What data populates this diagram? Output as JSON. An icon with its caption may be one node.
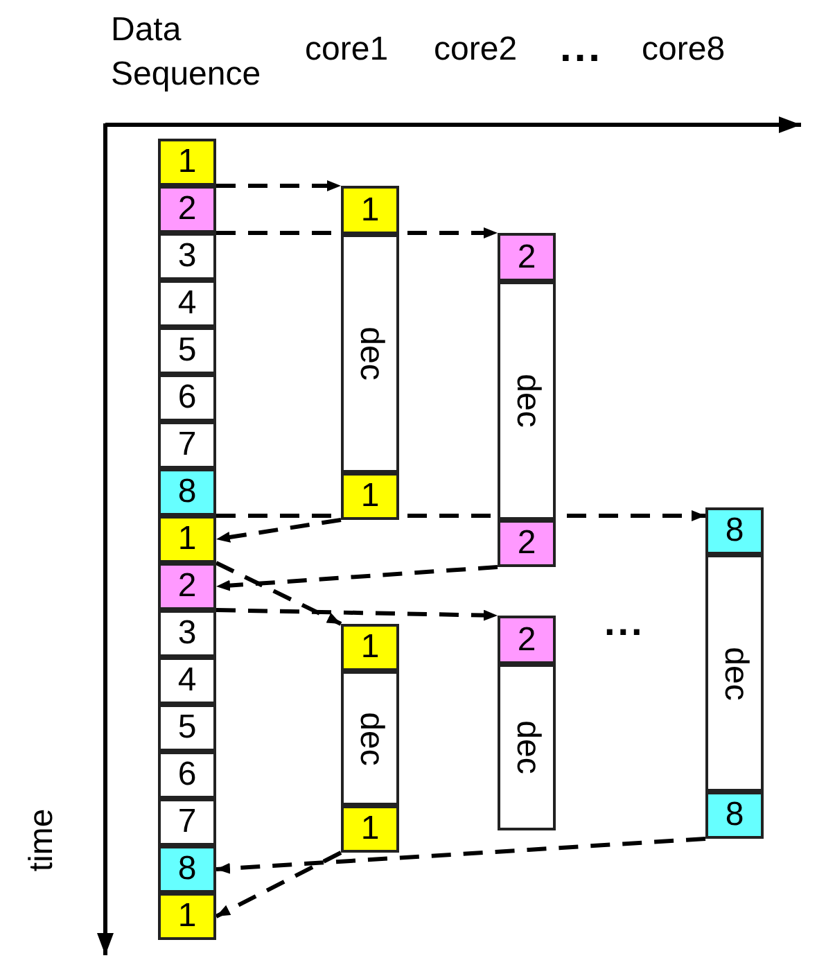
{
  "diagram": {
    "nodes": [
      {
        "text": [
          "1"
        ]
      },
      {
        "text": [
          "2"
        ]
      },
      {
        "text": [
          "3"
        ]
      },
      {
        "text": [
          "4"
        ]
      },
      {
        "text": [
          "5"
        ]
      },
      {
        "text": [
          "6"
        ]
      },
      {
        "text": [
          "7"
        ]
      },
      {
        "text": [
          "8"
        ]
      },
      {
        "text": [
          "1"
        ]
      },
      {
        "text": [
          "2"
        ]
      },
      {
        "text": [
          "3"
        ]
      },
      {
        "text": [
          "4"
        ]
      },
      {
        "text": [
          "5"
        ]
      },
      {
        "text": [
          "6"
        ]
      },
      {
        "text": [
          "7"
        ]
      },
      {
        "text": [
          "8"
        ]
      },
      {
        "text": [
          "1"
        ]
      },
      {
        "text": [
          "1"
        ]
      },
      {
        "text": [
          "dec"
        ]
      },
      {
        "text": [
          "1"
        ]
      },
      {
        "text": [
          "2"
        ]
      },
      {
        "text": [
          "dec"
        ]
      },
      {
        "text": [
          "2"
        ]
      },
      {
        "text": [
          "8"
        ]
      },
      {
        "text": [
          "dec"
        ]
      },
      {
        "text": [
          "8"
        ]
      },
      {
        "text": [
          "1"
        ]
      },
      {
        "text": [
          "dec"
        ]
      },
      {
        "text": [
          "1"
        ]
      },
      {
        "text": [
          "2"
        ]
      },
      {
        "text": [
          "dec"
        ]
      }
    ],
    "edges": [
      {
        "from": 0,
        "to": 17,
        "arrow": "to",
        "style": "dashed"
      },
      {
        "from": 1,
        "to": 20,
        "arrow": "to",
        "style": "dashed"
      },
      {
        "from": 7,
        "to": 23,
        "arrow": "to",
        "style": "dashed"
      },
      {
        "from": 19,
        "to": 8,
        "arrow": "to",
        "style": "dashed"
      },
      {
        "from": 8,
        "to": 26,
        "arrow": "to",
        "style": "dashed"
      },
      {
        "from": 22,
        "to": 9,
        "arrow": "to",
        "style": "dashed"
      },
      {
        "from": 9,
        "to": 29,
        "arrow": "to",
        "style": "dashed"
      },
      {
        "from": 28,
        "to": 16,
        "arrow": "to",
        "style": "dashed"
      },
      {
        "from": 25,
        "to": 15,
        "arrow": "to",
        "style": "dashed"
      }
    ],
    "labels": [
      "Data Sequence",
      "core1",
      "core2",
      "...",
      "core8",
      "...",
      "time"
    ]
  }
}
